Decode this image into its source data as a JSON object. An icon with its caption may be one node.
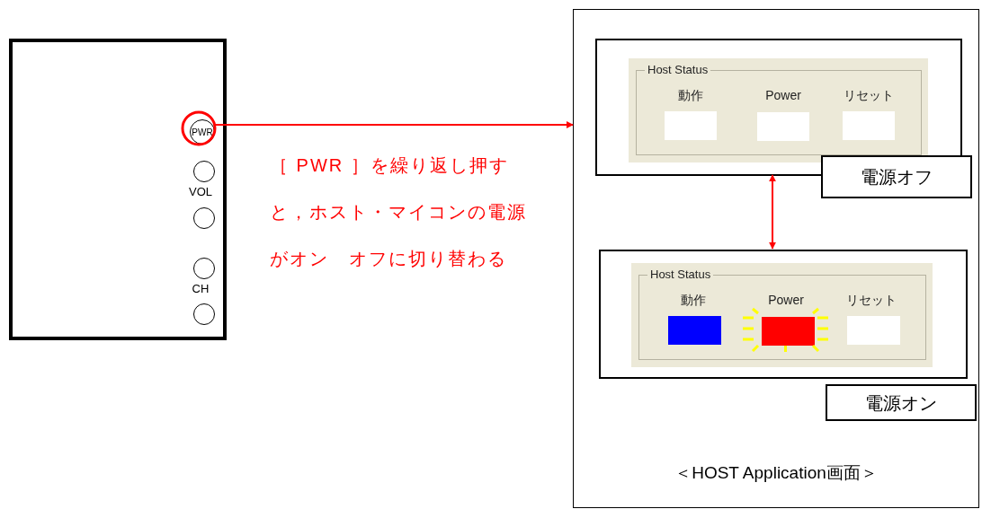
{
  "diagram": {
    "nodes": [
      {
        "text": [],
        "shape": "box"
      },
      {
        "text": [
          "PWR"
        ],
        "in": 0
      },
      {
        "text": [],
        "shape": "circle",
        "in": 0
      },
      {
        "text": [],
        "shape": "circle",
        "in": 0
      },
      {
        "text": [],
        "shape": "circle",
        "in": 0
      },
      {
        "text": [],
        "shape": "circle",
        "in": 0
      },
      {
        "text": [
          "＜HOST Application画面＞"
        ]
      },
      {
        "text": [],
        "shape": "box",
        "in": 6
      },
      {
        "text": [
          "Host Status",
          "動作",
          "Power",
          "リセット"
        ],
        "in": 7
      },
      {
        "text": [],
        "shape": "box",
        "in": 8
      },
      {
        "text": [],
        "shape": "box",
        "in": 8
      },
      {
        "text": [],
        "shape": "box",
        "in": 8
      },
      {
        "text": [
          "電源オフ"
        ],
        "in": 6
      },
      {
        "text": [],
        "shape": "box",
        "in": 6
      },
      {
        "text": [
          "Host Status",
          "動作",
          "Power",
          "リセット"
        ],
        "in": 13
      },
      {
        "text": [],
        "shape": "box",
        "in": 14
      },
      {
        "text": [],
        "shape": "box",
        "in": 14
      },
      {
        "text": [],
        "shape": "box",
        "in": 14
      },
      {
        "text": [
          "電源オン"
        ],
        "in": 6
      }
    ],
    "edges": [
      {
        "from": 1,
        "to": 6,
        "arrow": "to",
        "color": "#ff0000"
      },
      {
        "from": 7,
        "to": 13,
        "arrow": "both",
        "color": "#ff0000"
      }
    ],
    "labels": [
      "VOL",
      "CH",
      "［ PWR ］を繰り返し押すと，ホスト・マイコンの電源がオン　オフに切り替わる"
    ]
  }
}
